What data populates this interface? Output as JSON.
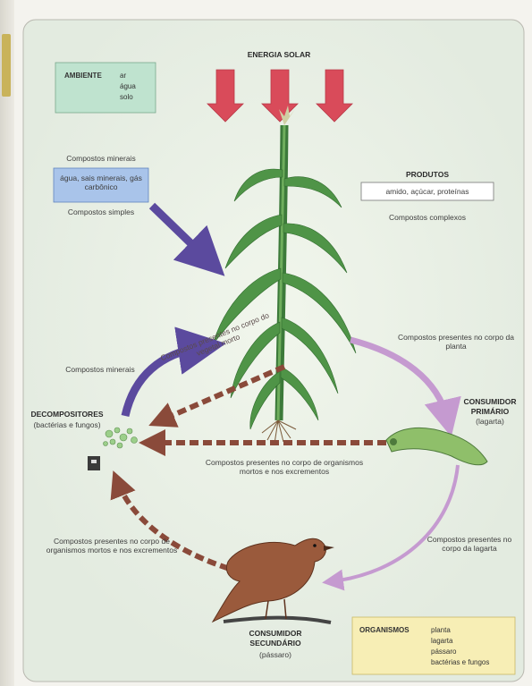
{
  "title": "ENERGIA SOLAR",
  "ambiente": {
    "label": "AMBIENTE",
    "items": [
      "ar",
      "água",
      "solo"
    ]
  },
  "produtos": {
    "label": "PRODUTOS",
    "items": "amido, açúcar, proteínas",
    "note": "Compostos complexos"
  },
  "minerais_box": {
    "top_label": "Compostos minerais",
    "items": "água, sais minerais, gás carbônico",
    "bottom_label": "Compostos simples"
  },
  "labels": {
    "plant_to_primary": "Compostos presentes no corpo da planta",
    "primary_to_secondary": "Compostos presentes no corpo da lagarta",
    "secondary_to_decomp": "Compostos presentes no corpo de organismos mortos e nos excrementos",
    "decomp_to_plant": "Compostos minerais",
    "plant_to_decomp": "Compostos presentes no corpo do vegetal morto",
    "primary_to_decomp": "Compostos presentes no corpo de organismos mortos e nos excrementos"
  },
  "decompositores": {
    "title": "DECOMPOSITORES",
    "sub": "(bactérias e fungos)"
  },
  "consumidor_primario": {
    "title1": "CONSUMIDOR",
    "title2": "PRIMÁRIO",
    "sub": "(lagarta)"
  },
  "consumidor_secundario": {
    "title1": "CONSUMIDOR",
    "title2": "SECUNDÁRIO",
    "sub": "(pássaro)"
  },
  "organismos": {
    "label": "ORGANISMOS",
    "items": [
      "planta",
      "lagarta",
      "pássaro",
      "bactérias e fungos"
    ]
  },
  "colors": {
    "sun_arrow": "#d94b5a",
    "mineral_arrow": "#5b4a9e",
    "consumer_arrow": "#c59ad0",
    "dead_arrow": "#8a4a3a",
    "ambiente_box": "#bfe3cf",
    "minerais_box": "#a9c4ea",
    "organismos_box": "#f7eeb5"
  }
}
